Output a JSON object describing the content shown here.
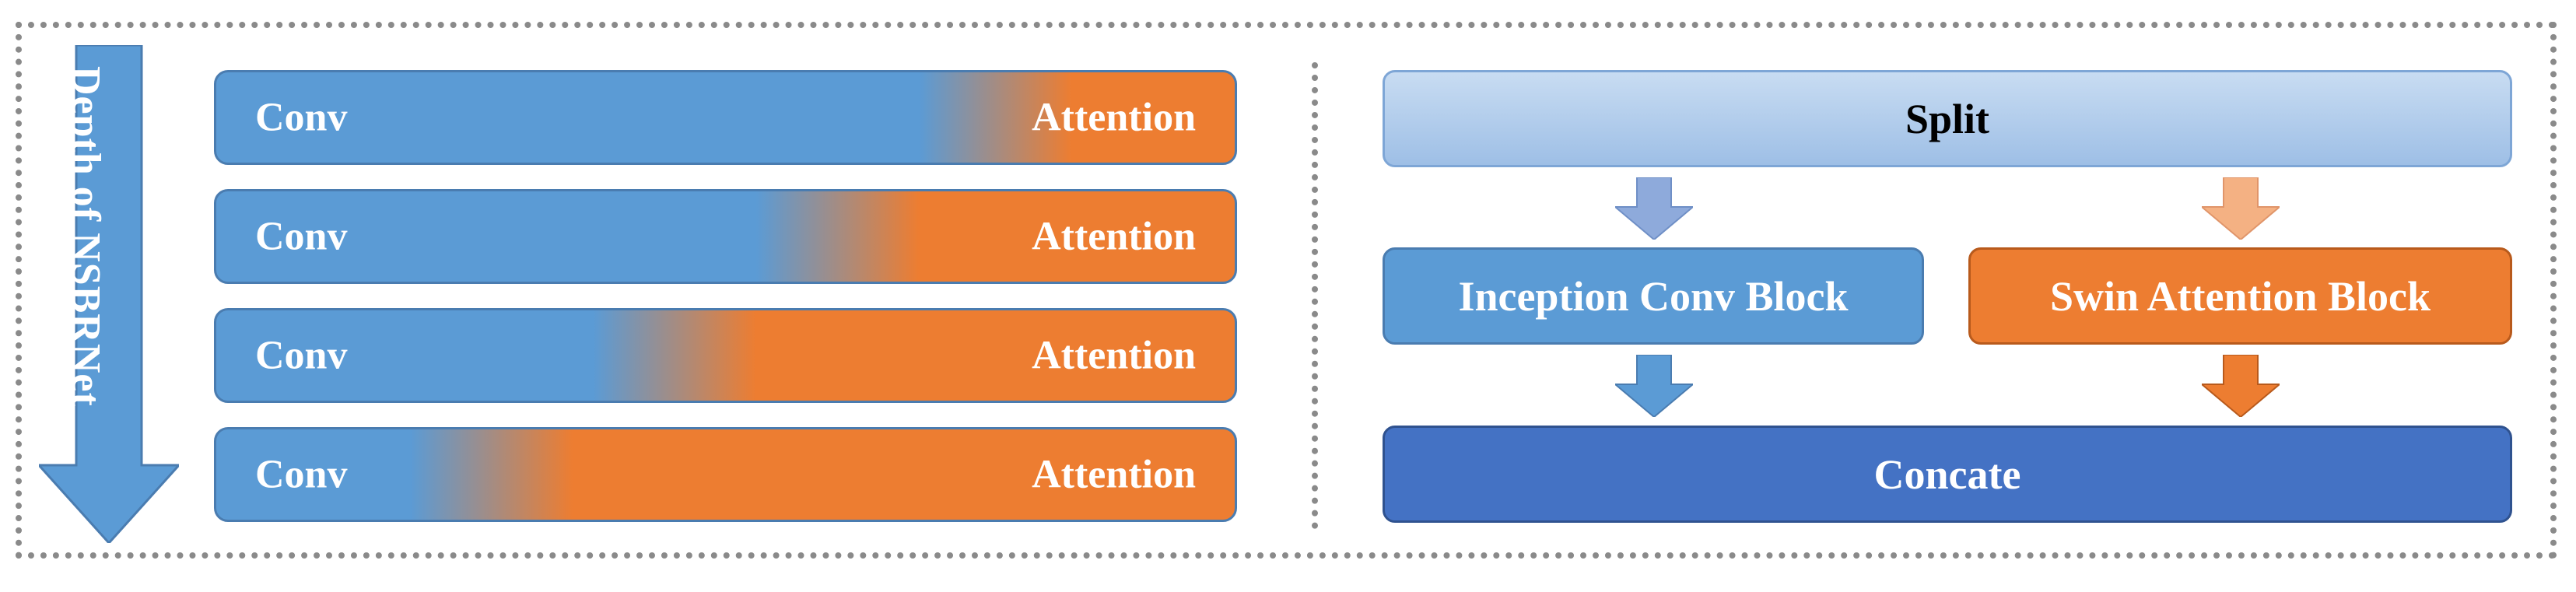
{
  "depth_label": "Depth of NSBRNet",
  "bars": [
    {
      "left_label": "Conv",
      "right_label": "Attention",
      "transition_start": 0.69,
      "transition_end": 0.84
    },
    {
      "left_label": "Conv",
      "right_label": "Attention",
      "transition_start": 0.53,
      "transition_end": 0.69
    },
    {
      "left_label": "Conv",
      "right_label": "Attention",
      "transition_start": 0.37,
      "transition_end": 0.53
    },
    {
      "left_label": "Conv",
      "right_label": "Attention",
      "transition_start": 0.19,
      "transition_end": 0.35
    }
  ],
  "flow": {
    "split": "Split",
    "inception": "Inception Conv Block",
    "swin": "Swin Attention Block",
    "concate": "Concate"
  },
  "colors": {
    "conv_blue": "#5b9bd5",
    "attention_orange": "#ed7d31",
    "concate_blue": "#4472c4",
    "split_light_blue": "#b4cfee",
    "light_arrow_blue": "#8eaadb",
    "light_arrow_orange": "#f4b183"
  }
}
